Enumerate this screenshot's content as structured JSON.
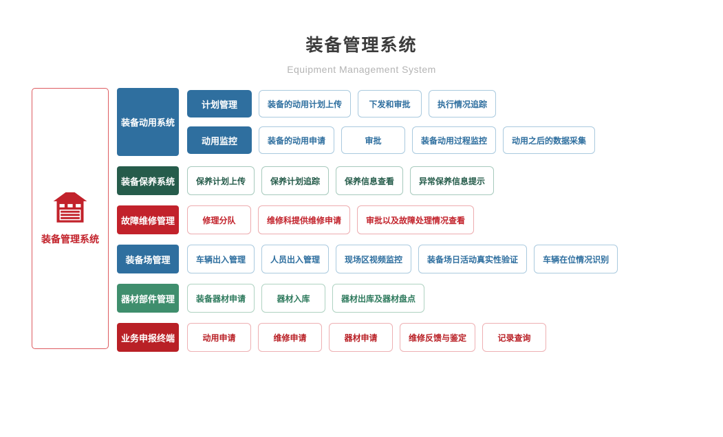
{
  "header": {
    "title": "装备管理系统",
    "subtitle": "Equipment Management System"
  },
  "root": {
    "label": "装备管理系统",
    "icon": "garage-icon",
    "color": "#c2222b"
  },
  "theme_colors": {
    "blue": "#2f6f9f",
    "dark_green": "#265c4b",
    "green": "#3f8e6d",
    "red": "#c2222b",
    "dark_red": "#b92026"
  },
  "groups": [
    {
      "category": "装备动用系统",
      "theme": "blue",
      "subrows": [
        {
          "sub": "计划管理",
          "items": [
            "装备的动用计划上传",
            "下发和审批",
            "执行情况追踪"
          ]
        },
        {
          "sub": "动用监控",
          "items": [
            "装备的动用申请",
            "审批",
            "装备动用过程监控",
            "动用之后的数据采集"
          ]
        }
      ]
    },
    {
      "category": "装备保养系统",
      "theme": "dgreen",
      "items": [
        "保养计划上传",
        "保养计划追踪",
        "保养信息查看",
        "异常保养信息提示"
      ]
    },
    {
      "category": "故障维修管理",
      "theme": "red",
      "items": [
        "修理分队",
        "维修科提供维修申请",
        "审批以及故障处理情况查看"
      ]
    },
    {
      "category": "装备场管理",
      "theme": "blue",
      "items": [
        "车辆出入管理",
        "人员出入管理",
        "现场区视频监控",
        "装备场日活动真实性验证",
        "车辆在位情况识别"
      ]
    },
    {
      "category": "器材部件管理",
      "theme": "green",
      "items": [
        "装备器材申请",
        "器材入库",
        "器材出库及器材盘点"
      ]
    },
    {
      "category": "业务申报终端",
      "theme": "dred",
      "items": [
        "动用申请",
        "维修申请",
        "器材申请",
        "维修反馈与鉴定",
        "记录查询"
      ]
    }
  ]
}
